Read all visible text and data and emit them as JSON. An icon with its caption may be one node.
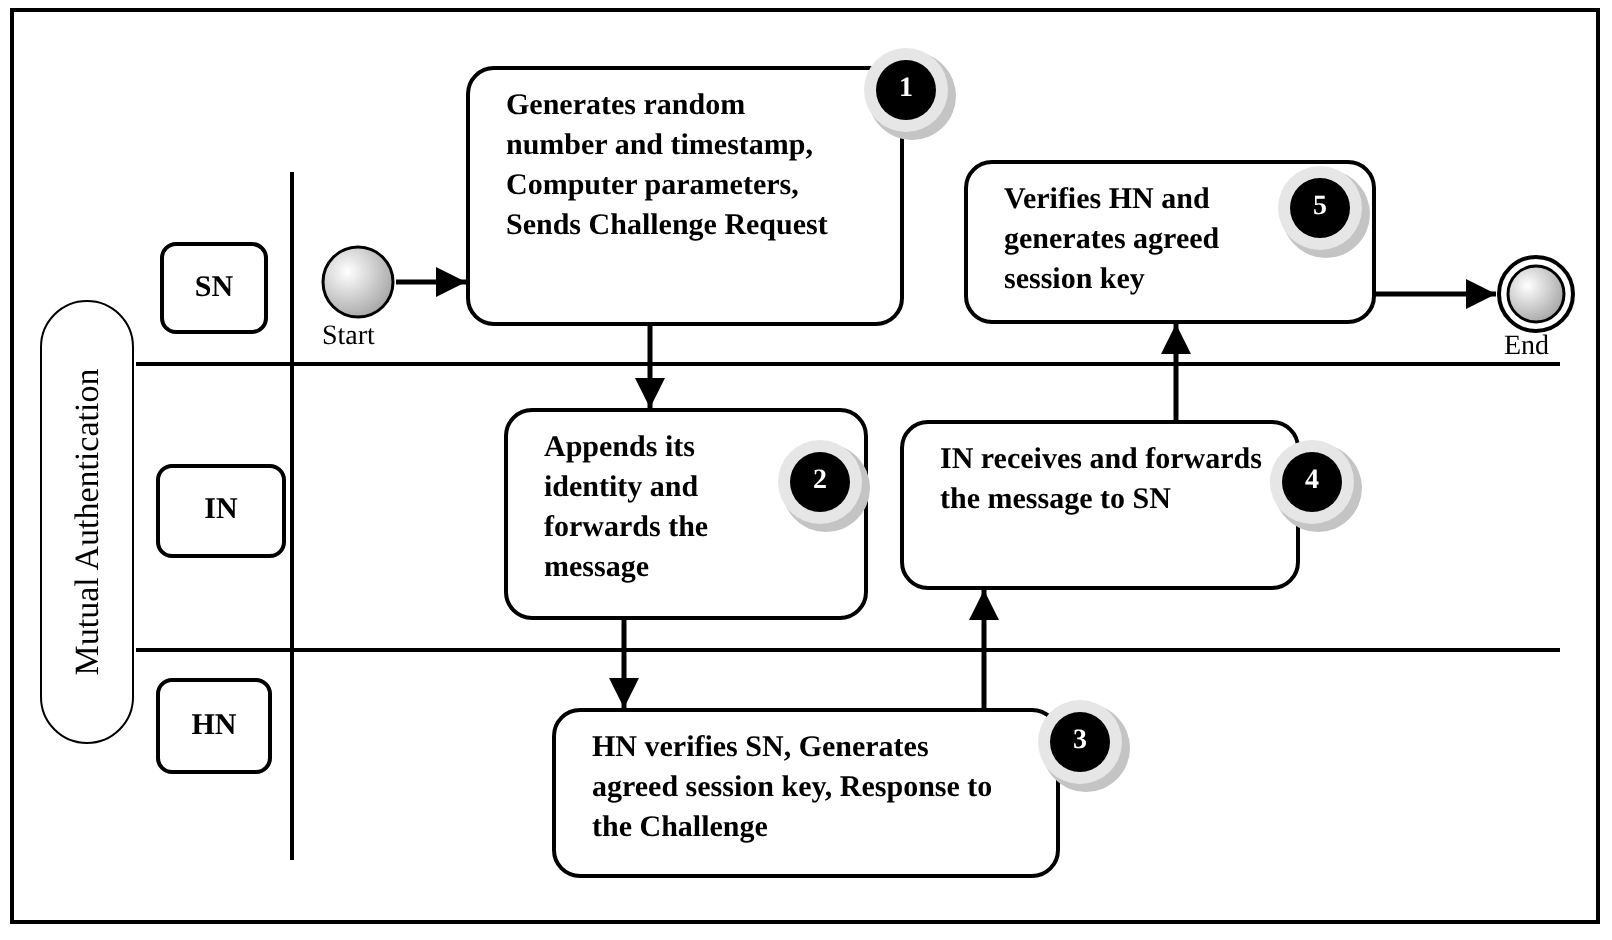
{
  "diagram": {
    "nodes": [
      {
        "text": [
          "Mutual Authentication"
        ]
      },
      {
        "text": [
          "SN"
        ]
      },
      {
        "text": [
          "IN"
        ]
      },
      {
        "text": [
          "HN"
        ]
      },
      {
        "text": [],
        "shape": "circle",
        "beside": [
          "Start"
        ]
      },
      {
        "text": [
          "Generates random number and timestamp, Computer parameters, Sends Challenge Request"
        ]
      },
      {
        "text": [
          "Appends its identity and forwards the message"
        ]
      },
      {
        "text": [
          "HN verifies SN, Generates agreed session key, Response to the Challenge"
        ]
      },
      {
        "text": [
          "IN receives and forwards the message to SN"
        ]
      },
      {
        "text": [
          "Verifies HN and generates agreed session key"
        ]
      },
      {
        "text": [],
        "shape": "circle",
        "beside": [
          "End"
        ]
      }
    ],
    "edges": [
      {
        "from": 4,
        "to": 5,
        "arrow": "to"
      },
      {
        "from": 5,
        "to": 6,
        "arrow": "to"
      },
      {
        "from": 6,
        "to": 7,
        "arrow": "to"
      },
      {
        "from": 7,
        "to": 8,
        "arrow": "to"
      },
      {
        "from": 8,
        "to": 9,
        "arrow": "to"
      },
      {
        "from": 9,
        "to": 10,
        "arrow": "to"
      }
    ],
    "labels": [
      "1",
      "5",
      "2",
      "4",
      "3"
    ]
  }
}
